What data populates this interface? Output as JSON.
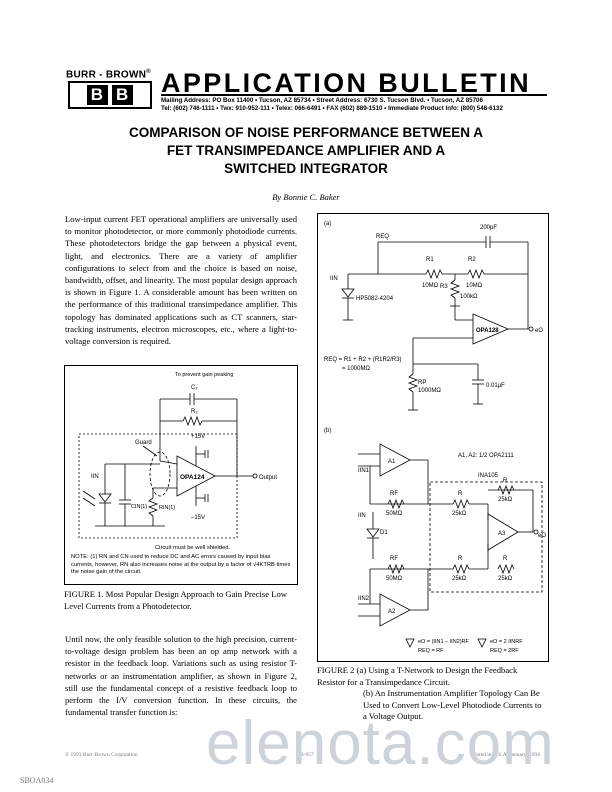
{
  "header": {
    "company": "BURR - BROWN",
    "company_mark": "®",
    "logo_letters": [
      "B",
      "B"
    ],
    "title": "APPLICATION BULLETIN",
    "contact_line1": "Mailing Address: PO Box 11400 • Tucson, AZ 85734 • Street Address: 6730 S. Tucson Blvd. • Tucson, AZ 85706",
    "contact_line2": "Tel: (602) 746-1111 • Twx: 910-952-111 • Telex: 066-6491 • FAX (602) 889-1510 • Immediate Product Info: (800) 548-6132"
  },
  "document": {
    "title_lines": [
      "COMPARISON OF NOISE PERFORMANCE BETWEEN A",
      "FET TRANSIMPEDANCE AMPLIFIER AND A",
      "SWITCHED INTEGRATOR"
    ],
    "author": "By Bonnie C. Baker",
    "paragraph1": "Low-input current FET operational amplifiers are universally used to monitor photodetector, or more commonly photodiode currents. These photodetectors bridge the gap between a physical event, light, and electronics. There are a variety of amplifier configurations to select from and the choice is based on noise, bandwidth, offset, and linearity. The most popular design approach is shown in Figure 1. A considerable amount has been written on the performance of this traditional transimpedance amplifier. This topology has dominated applications such as CT scanners, star-tracking instruments, electron microscopes, etc., where a light-to-voltage conversion is required.",
    "paragraph2": "Until now, the only feasible solution to the high precision, current-to-voltage design problem has been an op amp network with a resistor in the feedback loop. Variations such as using resistor T-networks or an instrumentation amplifier, as shown in Figure 2, still use the fundamental concept of a resistive feedback loop to perform the I/V conversion function. In these circuits, the fundamental transfer function is:"
  },
  "figure1": {
    "label_gain_peaking": "To prevent gain peaking",
    "label_c2": "C₂",
    "label_r2": "R₂",
    "label_guard": "Guard",
    "label_plus15": "+15V",
    "label_minus15": "–15V",
    "label_opamp": "OPA124",
    "label_output": "Output",
    "label_iin": "IIN",
    "label_cin": "CIN(1)",
    "label_rin": "RIN(1)",
    "label_shielded": "Circuit must be well shielded.",
    "note": "NOTE: (1) RN and CN used to reduce DC and AC errors caused by input bias currents, however, RN also increases noise at the output by a factor of √4KTRB times the noise gain of the circuit.",
    "caption_num": "FIGURE 1.",
    "caption_text": "Most Popular Design Approach to Gain Precise Low Level Currents from a Photodetector."
  },
  "figure2": {
    "panel_a": "(a)",
    "panel_b": "(b)",
    "a_cap": "200pF",
    "a_req": "REQ",
    "a_r1": "R1",
    "a_r1_val": "10MΩ",
    "a_r2": "R2",
    "a_r2_val": "10MΩ",
    "a_r3": "R3",
    "a_r3_val": "100kΩ",
    "a_iin": "IIN",
    "a_diode": "HP5082-4204",
    "a_opamp": "OPA128",
    "a_eo": "eO",
    "a_eq1": "REQ = R1 + R2 + (R1R2/R3)",
    "a_eq2": "= 1000MΩ",
    "a_rp": "RP",
    "a_rp_val": "1000MΩ",
    "a_cp": "0.01µF",
    "b_amp_label": "A1, A2: 1/2 OPA2111",
    "b_ina": "INA105",
    "b_a1": "A1",
    "b_a2": "A2",
    "b_a3": "A3",
    "b_d1": "D1",
    "b_r_vals": [
      "50MΩ",
      "50MΩ",
      "25kΩ",
      "25kΩ",
      "25kΩ",
      "25kΩ"
    ],
    "b_r_labels": [
      "RF",
      "RF",
      "R",
      "R",
      "R",
      "R"
    ],
    "b_iin": "IIN",
    "b_iin1": "IIN1",
    "b_iin2": "IIN2",
    "b_eo": "eO",
    "b_eq_left1": "eO = (IIN1 – IIN2)RF",
    "b_eq_left2": "REQ = RF",
    "b_eq_right1": "eO = 2 IINRF",
    "b_eq_right2": "REQ = 2RF",
    "caption_num": "FIGURE 2",
    "caption_a": "(a) Using a T-Network to Design the Feedback Resistor for a Transimpedance Circuit.",
    "caption_b": "(b) An Instrumentation Amplifier Topology Can Be Used to Convert Low-Level Photodiode Currents to a Voltage Output."
  },
  "footer": {
    "left": "© 1993 Burr-Brown Corporation",
    "mid": "AB-057",
    "right": "Printed in U.S.A. January, 1994",
    "code": "SBOA034"
  },
  "watermark": "elenota.com",
  "colors": {
    "watermark": "#cdd3d8"
  }
}
